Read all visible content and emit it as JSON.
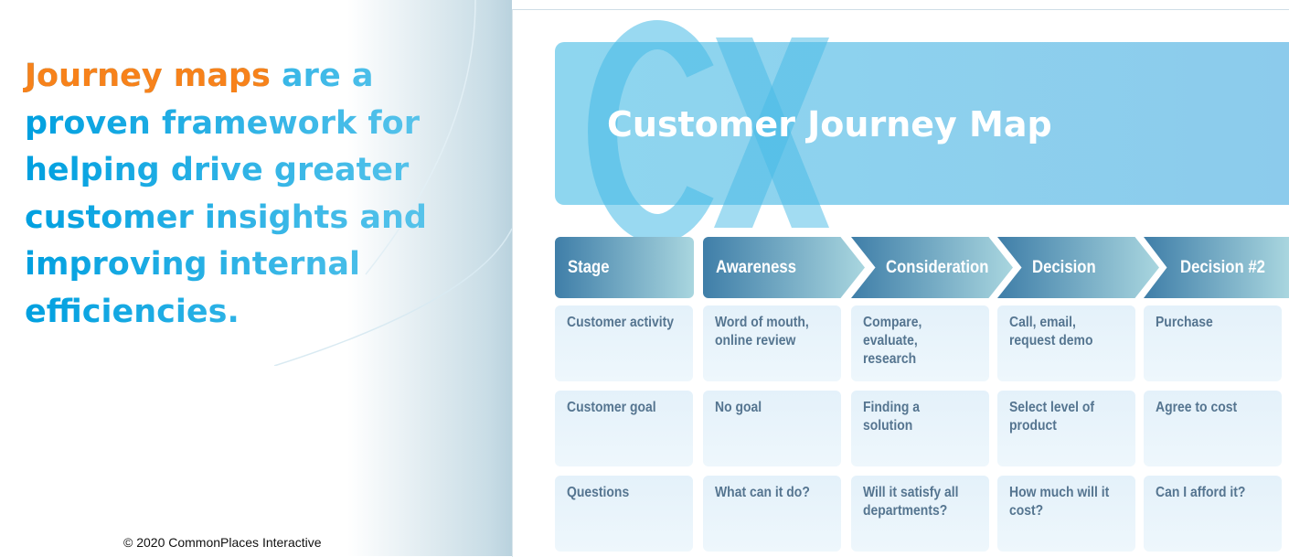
{
  "headline": {
    "highlight": "Journey maps",
    "rest": " are a proven framework for helping drive greater customer insights and improving internal efficiencies."
  },
  "copyright": "© 2020 CommonPlaces Interactive",
  "map": {
    "logo_letters": "CX",
    "title": "Customer Journey Map",
    "stages": [
      "Stage",
      "Awareness",
      "Consideration",
      "Decision",
      "Decision #2"
    ],
    "rows": [
      [
        "Customer activity",
        "Word of mouth, online review",
        "Compare, evaluate, research",
        "Call, email, request demo",
        "Purchase"
      ],
      [
        "Customer goal",
        "No goal",
        "Finding a solution",
        "Select level of product",
        "Agree to cost"
      ],
      [
        "Questions",
        "What can it do?",
        "Will it satisfy all departments?",
        "How much will it cost?",
        "Can I afford it?"
      ]
    ]
  },
  "colors": {
    "orange": "#f7821b",
    "blue": "#00a0e0",
    "banner": "#8ed6ef",
    "stage": "#3f7ea8"
  }
}
